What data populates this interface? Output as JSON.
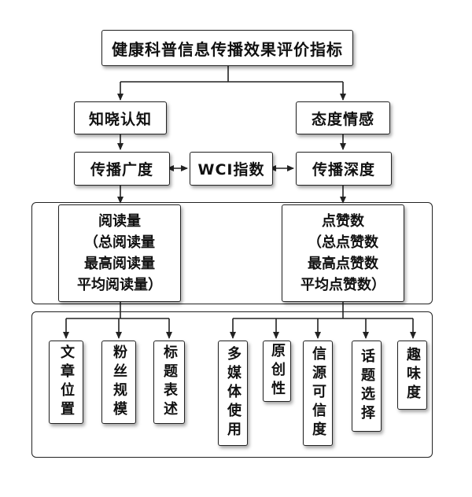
{
  "diagram": {
    "title": "健康科普信息传播效果评价指标",
    "cognition": "知晓认知",
    "attitude": "态度情感",
    "breadth": "传播广度",
    "wci": "WCI指数",
    "depth": "传播深度",
    "reads": {
      "heading": "阅读量",
      "lines": [
        "（总阅读量",
        "最高阅读量",
        "平均阅读量）"
      ]
    },
    "likes": {
      "heading": "点赞数",
      "lines": [
        "（总点赞数",
        "最高点赞数",
        "平均点赞数）"
      ]
    },
    "factors_left": [
      "文章位置",
      "粉丝规模",
      "标题表述"
    ],
    "factors_right": [
      "多媒体使用",
      "原创性",
      "信源可信度",
      "话题选择",
      "趣味度"
    ]
  }
}
